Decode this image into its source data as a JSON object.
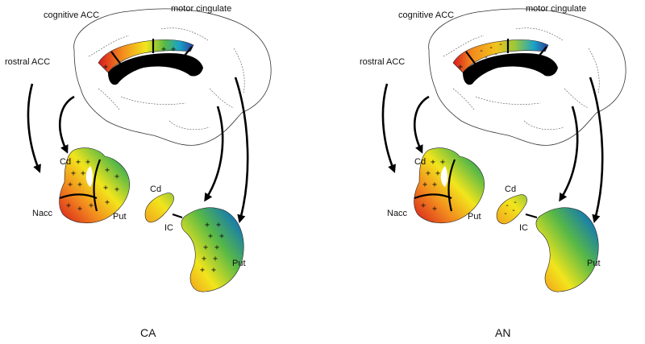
{
  "panels": [
    {
      "id": "ca",
      "caption": "CA",
      "labels": {
        "cognitive_acc": "cognitive ACC",
        "motor_cingulate": "motor cingulate",
        "rostral_acc": "rostral ACC",
        "cd_left": "Cd",
        "nacc": "Nacc",
        "put_left": "Put",
        "cd_right": "Cd",
        "ic": "IC",
        "put_right": "Put"
      },
      "symbol": "+"
    },
    {
      "id": "an",
      "caption": "AN",
      "labels": {
        "cognitive_acc": "cognitive ACC",
        "motor_cingulate": "motor cingulate",
        "rostral_acc": "rostral ACC",
        "cd_left": "Cd",
        "nacc": "Nacc",
        "put_left": "Put",
        "cd_right": "Cd",
        "ic": "IC",
        "put_right": "Put"
      },
      "symbol": "+",
      "minus_symbol": "-"
    }
  ],
  "colors": {
    "red": "#d7191c",
    "orange": "#f28b1e",
    "yellow": "#f2e51c",
    "green": "#57b847",
    "teal": "#1aa3c8",
    "blue": "#2b3d9a"
  }
}
